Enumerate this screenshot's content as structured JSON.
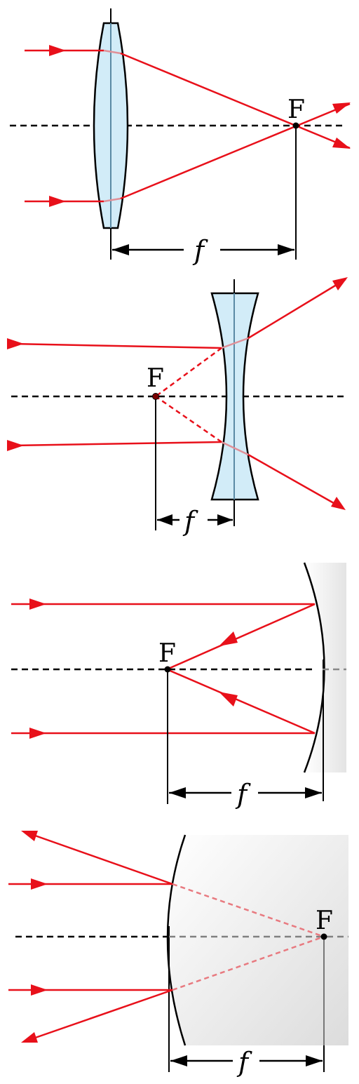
{
  "panels": [
    {
      "id": "convex-lens",
      "focus_label": "F",
      "focal_label": "f"
    },
    {
      "id": "concave-lens",
      "focus_label": "F",
      "focal_label": "f"
    },
    {
      "id": "concave-mirror",
      "focus_label": "F",
      "focal_label": "f"
    },
    {
      "id": "convex-mirror",
      "focus_label": "F",
      "focal_label": "f"
    }
  ],
  "colors": {
    "ray": "#e8101a",
    "ray_virtual": "#e87a80",
    "lens_fill": "#d2ecf8",
    "outline": "#000000",
    "axis": "#000000"
  }
}
